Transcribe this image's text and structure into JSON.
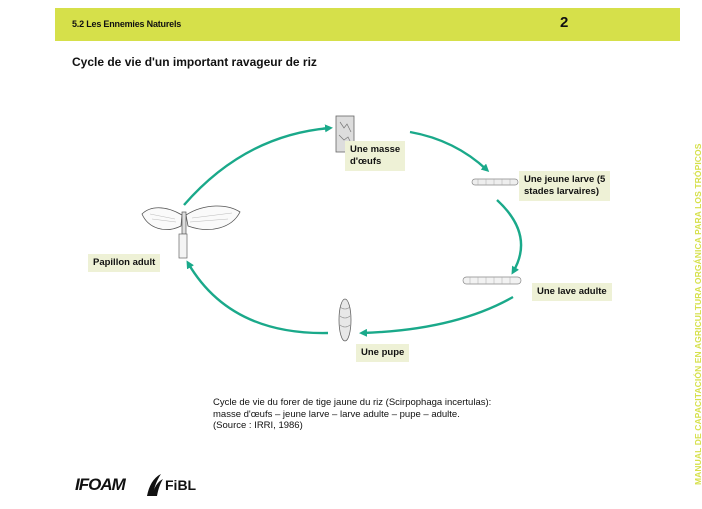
{
  "header": {
    "section_title": "5.2 Les Ennemies Naturels",
    "page_number": "2"
  },
  "side_text": "MANUAL DE CAPACITACIÓN EN AGRICULTURA ORGÁNICA PARA LOS TRÓPICOS",
  "title": "Cycle de vie d'un important ravageur de riz",
  "stages": {
    "egg_mass": [
      "Une masse",
      "d'œufs"
    ],
    "young_larva": [
      "Une jeune larve (5",
      "stades larvaires)"
    ],
    "adult_larva": "Une lave adulte",
    "pupa": "Une pupe",
    "adult": "Papillon adult"
  },
  "caption": [
    "Cycle de vie du forer de tige jaune du riz (Scirpophaga incertulas):",
    "masse d'œufs – jeune larve – larve adulte – pupe – adulte.",
    "(Source : IRRI, 1986)"
  ],
  "logos": {
    "ifoam": "IFOAM",
    "fibl": "FiBL"
  },
  "colors": {
    "header": "#d6e04a",
    "arrow": "#1aa98a",
    "label_bg": "#eef1d6"
  }
}
